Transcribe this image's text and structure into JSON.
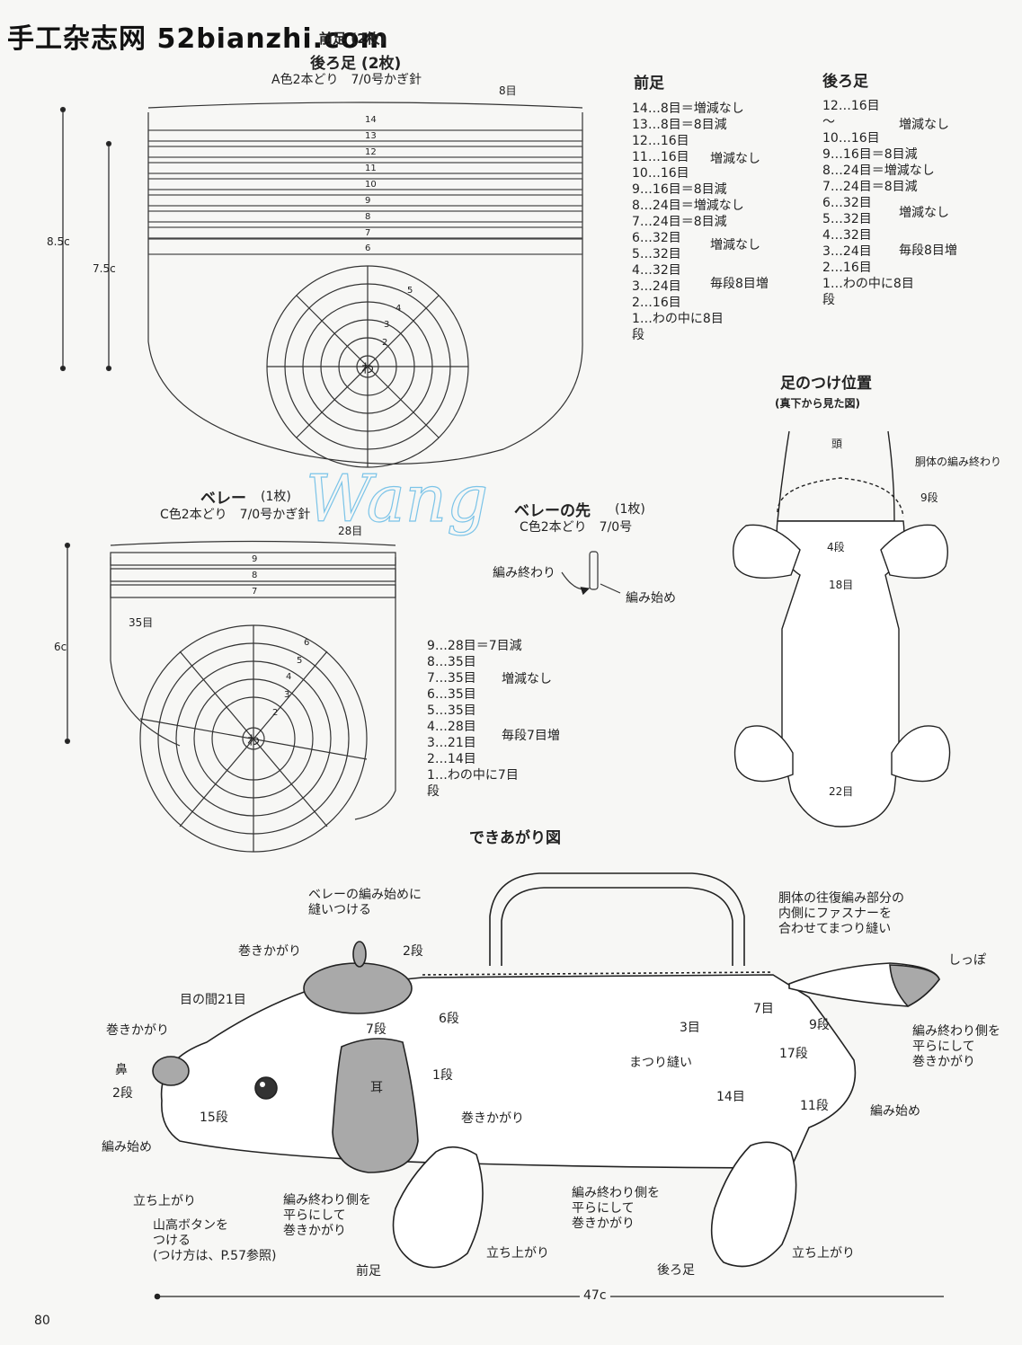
{
  "site": {
    "title": "手工杂志网 52bianzhi.com"
  },
  "feet": {
    "title1": "前足 (2枚)",
    "title2": "後ろ足 (2枚)",
    "yarn": "A色2本どり　7/0号かぎ針",
    "stitch_top": "8目",
    "dim_outer": "8.5c",
    "dim_inner": "7.5c",
    "rows": [
      "14",
      "13",
      "12",
      "11",
      "10",
      "9",
      "8",
      "7",
      "6"
    ],
    "round_rows": [
      "5",
      "4",
      "3",
      "2"
    ],
    "center": "わ"
  },
  "front_leg": {
    "title": "前足",
    "lines": [
      "14…8目＝増減なし",
      "13…8目＝8目減",
      "12…16目",
      "11…16目",
      "10…16目",
      "9…16目＝8目減",
      "8…24目＝増減なし",
      "7…24目＝8目減",
      "6…32目",
      "5…32目",
      "4…32目",
      "3…24目",
      "2…16目",
      "1…わの中に8目"
    ],
    "tail": "段",
    "bracket1": "増減なし",
    "bracket2": "増減なし",
    "bracket3": "毎段8目増"
  },
  "back_leg": {
    "title": "後ろ足",
    "lines": [
      "12…16目",
      "〜",
      "10…16目",
      "9…16目＝8目減",
      "8…24目＝増減なし",
      "7…24目＝8目減",
      "6…32目",
      "5…32目",
      "4…32目",
      "3…24目",
      "2…16目",
      "1…わの中に8目"
    ],
    "tail": "段",
    "bracket1": "増減なし",
    "bracket2": "増減なし",
    "bracket3": "毎段8目増"
  },
  "leg_position": {
    "title": "足のつけ位置",
    "subtitle": "(真下から見た図)",
    "head": "頭",
    "body_end": "胴体の編み終わり",
    "row9": "9段",
    "row4": "4段",
    "st18": "18目",
    "st22": "22目"
  },
  "beret": {
    "title": "ベレー",
    "count": "(1枚)",
    "yarn": "C色2本どり　7/0号かぎ針",
    "stitch_top": "28目",
    "stitch_side": "35目",
    "dim": "6c",
    "rows": [
      "9",
      "8",
      "7"
    ],
    "round_rows": [
      "6",
      "5",
      "4",
      "3",
      "2"
    ],
    "center": "わ",
    "lines": [
      "9…28目＝7目減",
      "8…35目",
      "7…35目",
      "6…35目",
      "5…35目",
      "4…28目",
      "3…21目",
      "2…14目",
      "1…わの中に7目"
    ],
    "tail": "段",
    "bracket1": "増減なし",
    "bracket2": "毎段7目増"
  },
  "beret_tip": {
    "title": "ベレーの先",
    "count": "(1枚)",
    "yarn": "C色2本どり　7/0号",
    "end": "編み終わり",
    "start": "編み始め"
  },
  "finished": {
    "title": "できあがり図",
    "labels": {
      "beret_sew": "ベレーの編み始めに\n縫いつける",
      "roll_top": "巻きかがり",
      "row2_top": "2段",
      "between_eyes": "目の間21目",
      "roll_nose": "巻きかがり",
      "nose": "鼻",
      "row2_nose": "2段",
      "row7": "7段",
      "row6": "6段",
      "row1": "1段",
      "ear": "耳",
      "row15": "15段",
      "start_left": "編み始め",
      "roll_ear": "巻きかがり",
      "standup_left": "立ち上がり",
      "button": "山高ボタンを\nつける\n(つけ方は、P.57参照)",
      "flat_left": "編み終わり側を\n平らにして\n巻きかがり",
      "front_leg": "前足",
      "standup_mid": "立ち上がり",
      "zipper": "胴体の往復編み部分の\n内側にファスナーを\n合わせてまつり縫い",
      "tail": "しっぽ",
      "row7_r": "7目",
      "st3": "3目",
      "blind": "まつり縫い",
      "row9_r": "9段",
      "row17": "17段",
      "flat_right_tail": "編み終わり側を\n平らにして\n巻きかがり",
      "row14": "14目",
      "row11": "11段",
      "start_right": "編み始め",
      "flat_right": "編み終わり側を\n平らにして\n巻きかがり",
      "back_leg": "後ろ足",
      "standup_right": "立ち上がり"
    },
    "length": "47c"
  },
  "page_number": "80",
  "colors": {
    "ink": "#222222",
    "fill_gray": "#a9a9a9",
    "watermark": "#7cc4e8"
  }
}
